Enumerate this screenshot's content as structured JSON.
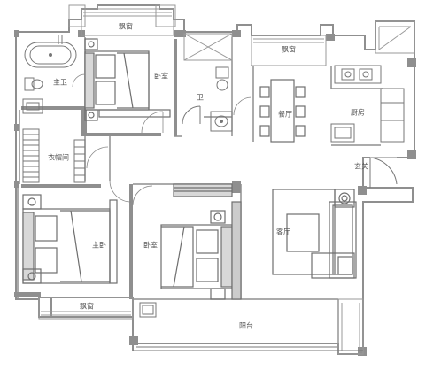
{
  "colors": {
    "wall": "#8f8f8f",
    "wall_dark": "#6e6e6e",
    "fixture": "#777777",
    "background": "#ffffff",
    "label": "#555555"
  },
  "rooms": {
    "bay_window_top_left": "飘窗",
    "bay_window_top_right": "飘窗",
    "bay_window_bottom": "飘窗",
    "bedroom_north": "卧室",
    "master_bath": "主卫",
    "bath": "卫",
    "dining": "餐厅",
    "kitchen": "厨房",
    "closet": "衣帽间",
    "entrance": "玄关",
    "master_bedroom": "主卧",
    "bedroom_south": "卧室",
    "living": "客厅",
    "balcony": "阳台"
  }
}
